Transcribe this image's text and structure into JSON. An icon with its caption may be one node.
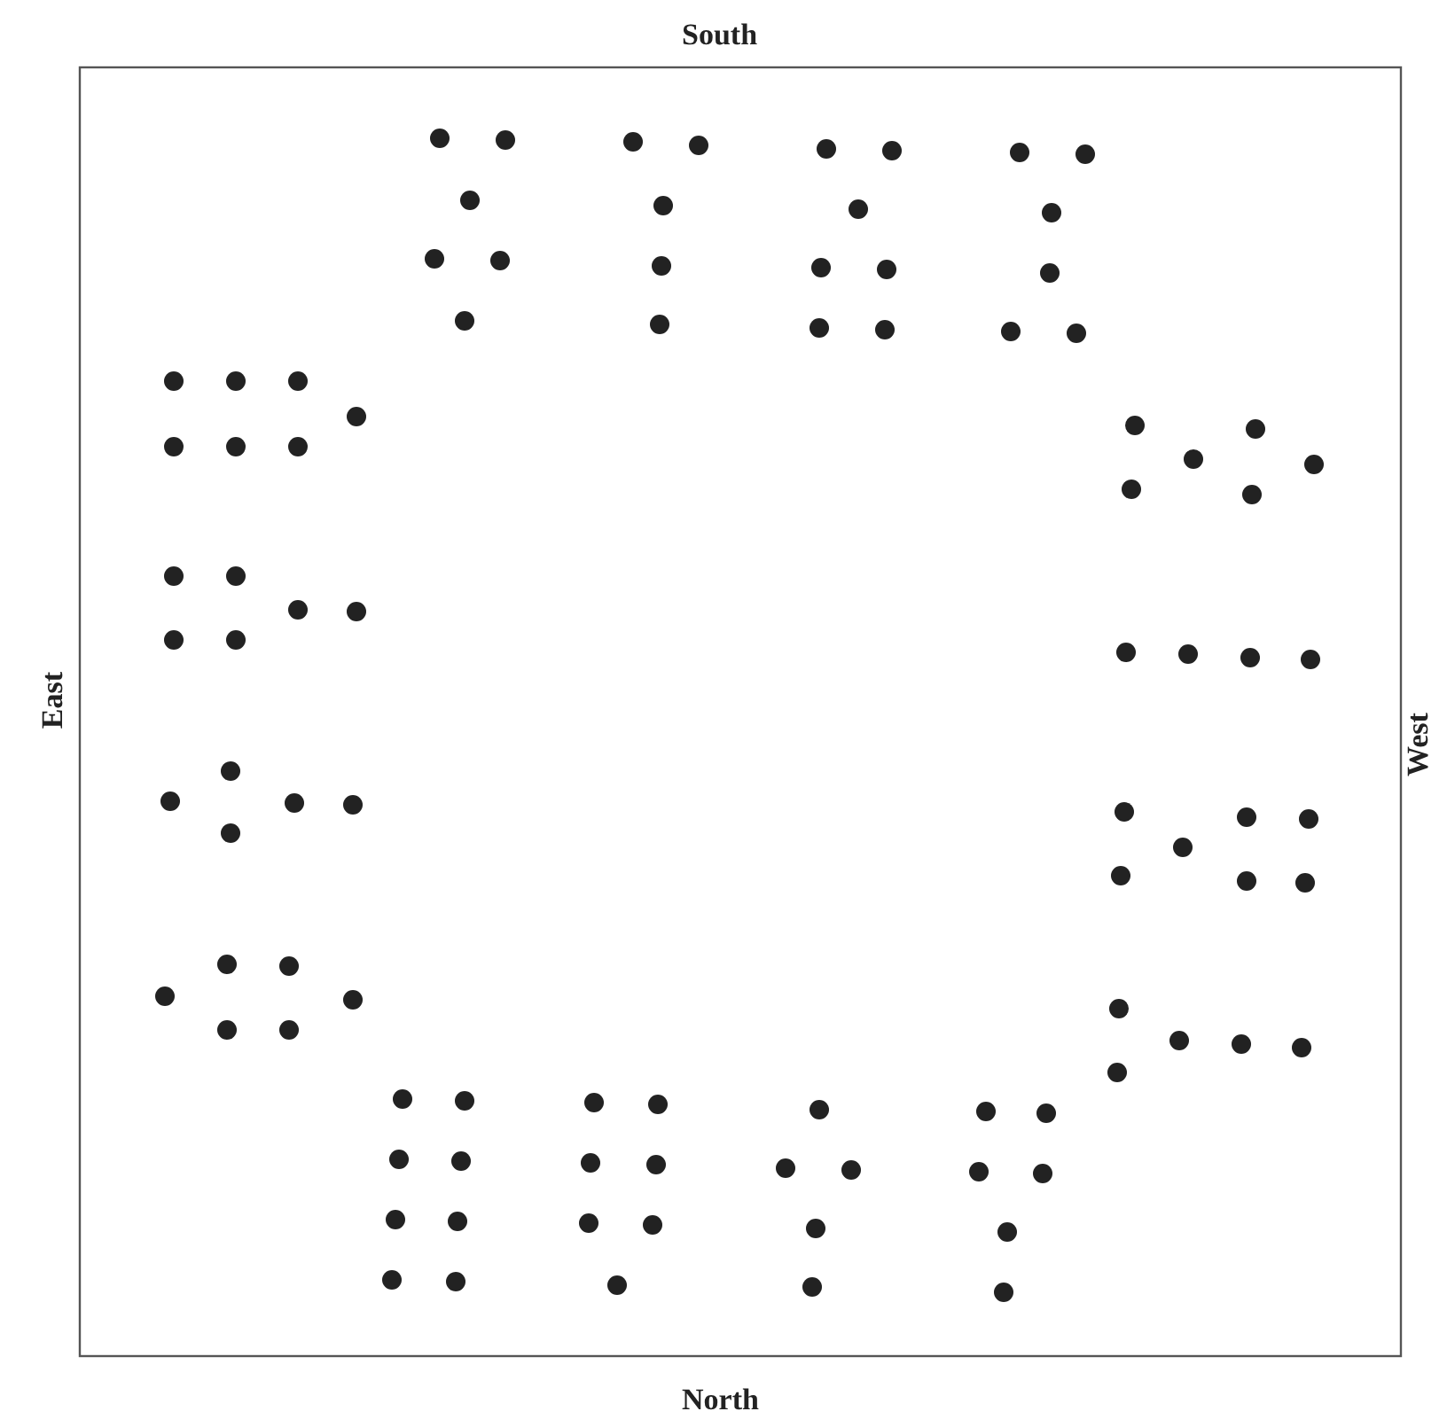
{
  "diagram": {
    "labels": [
      "South",
      "East",
      "West",
      "North"
    ]
  }
}
